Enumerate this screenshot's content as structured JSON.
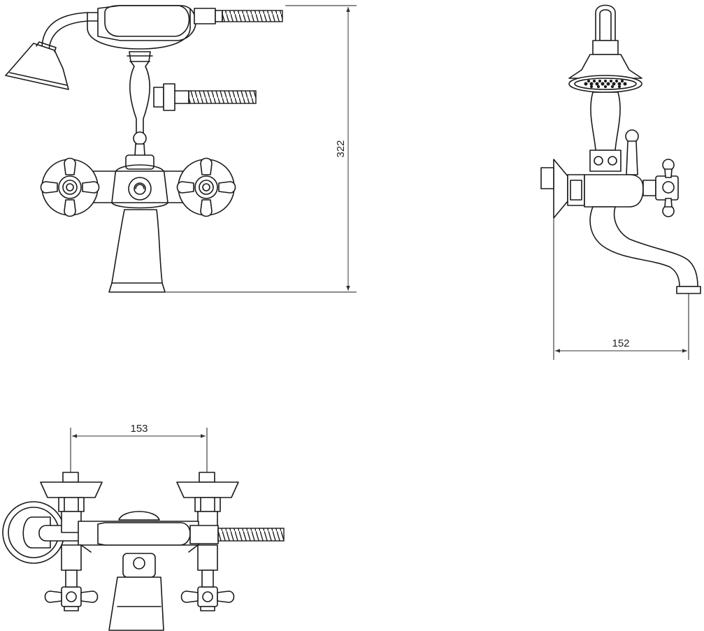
{
  "drawing": {
    "dimensions": {
      "front_height": "322",
      "side_projection": "152",
      "top_centers": "153"
    }
  }
}
